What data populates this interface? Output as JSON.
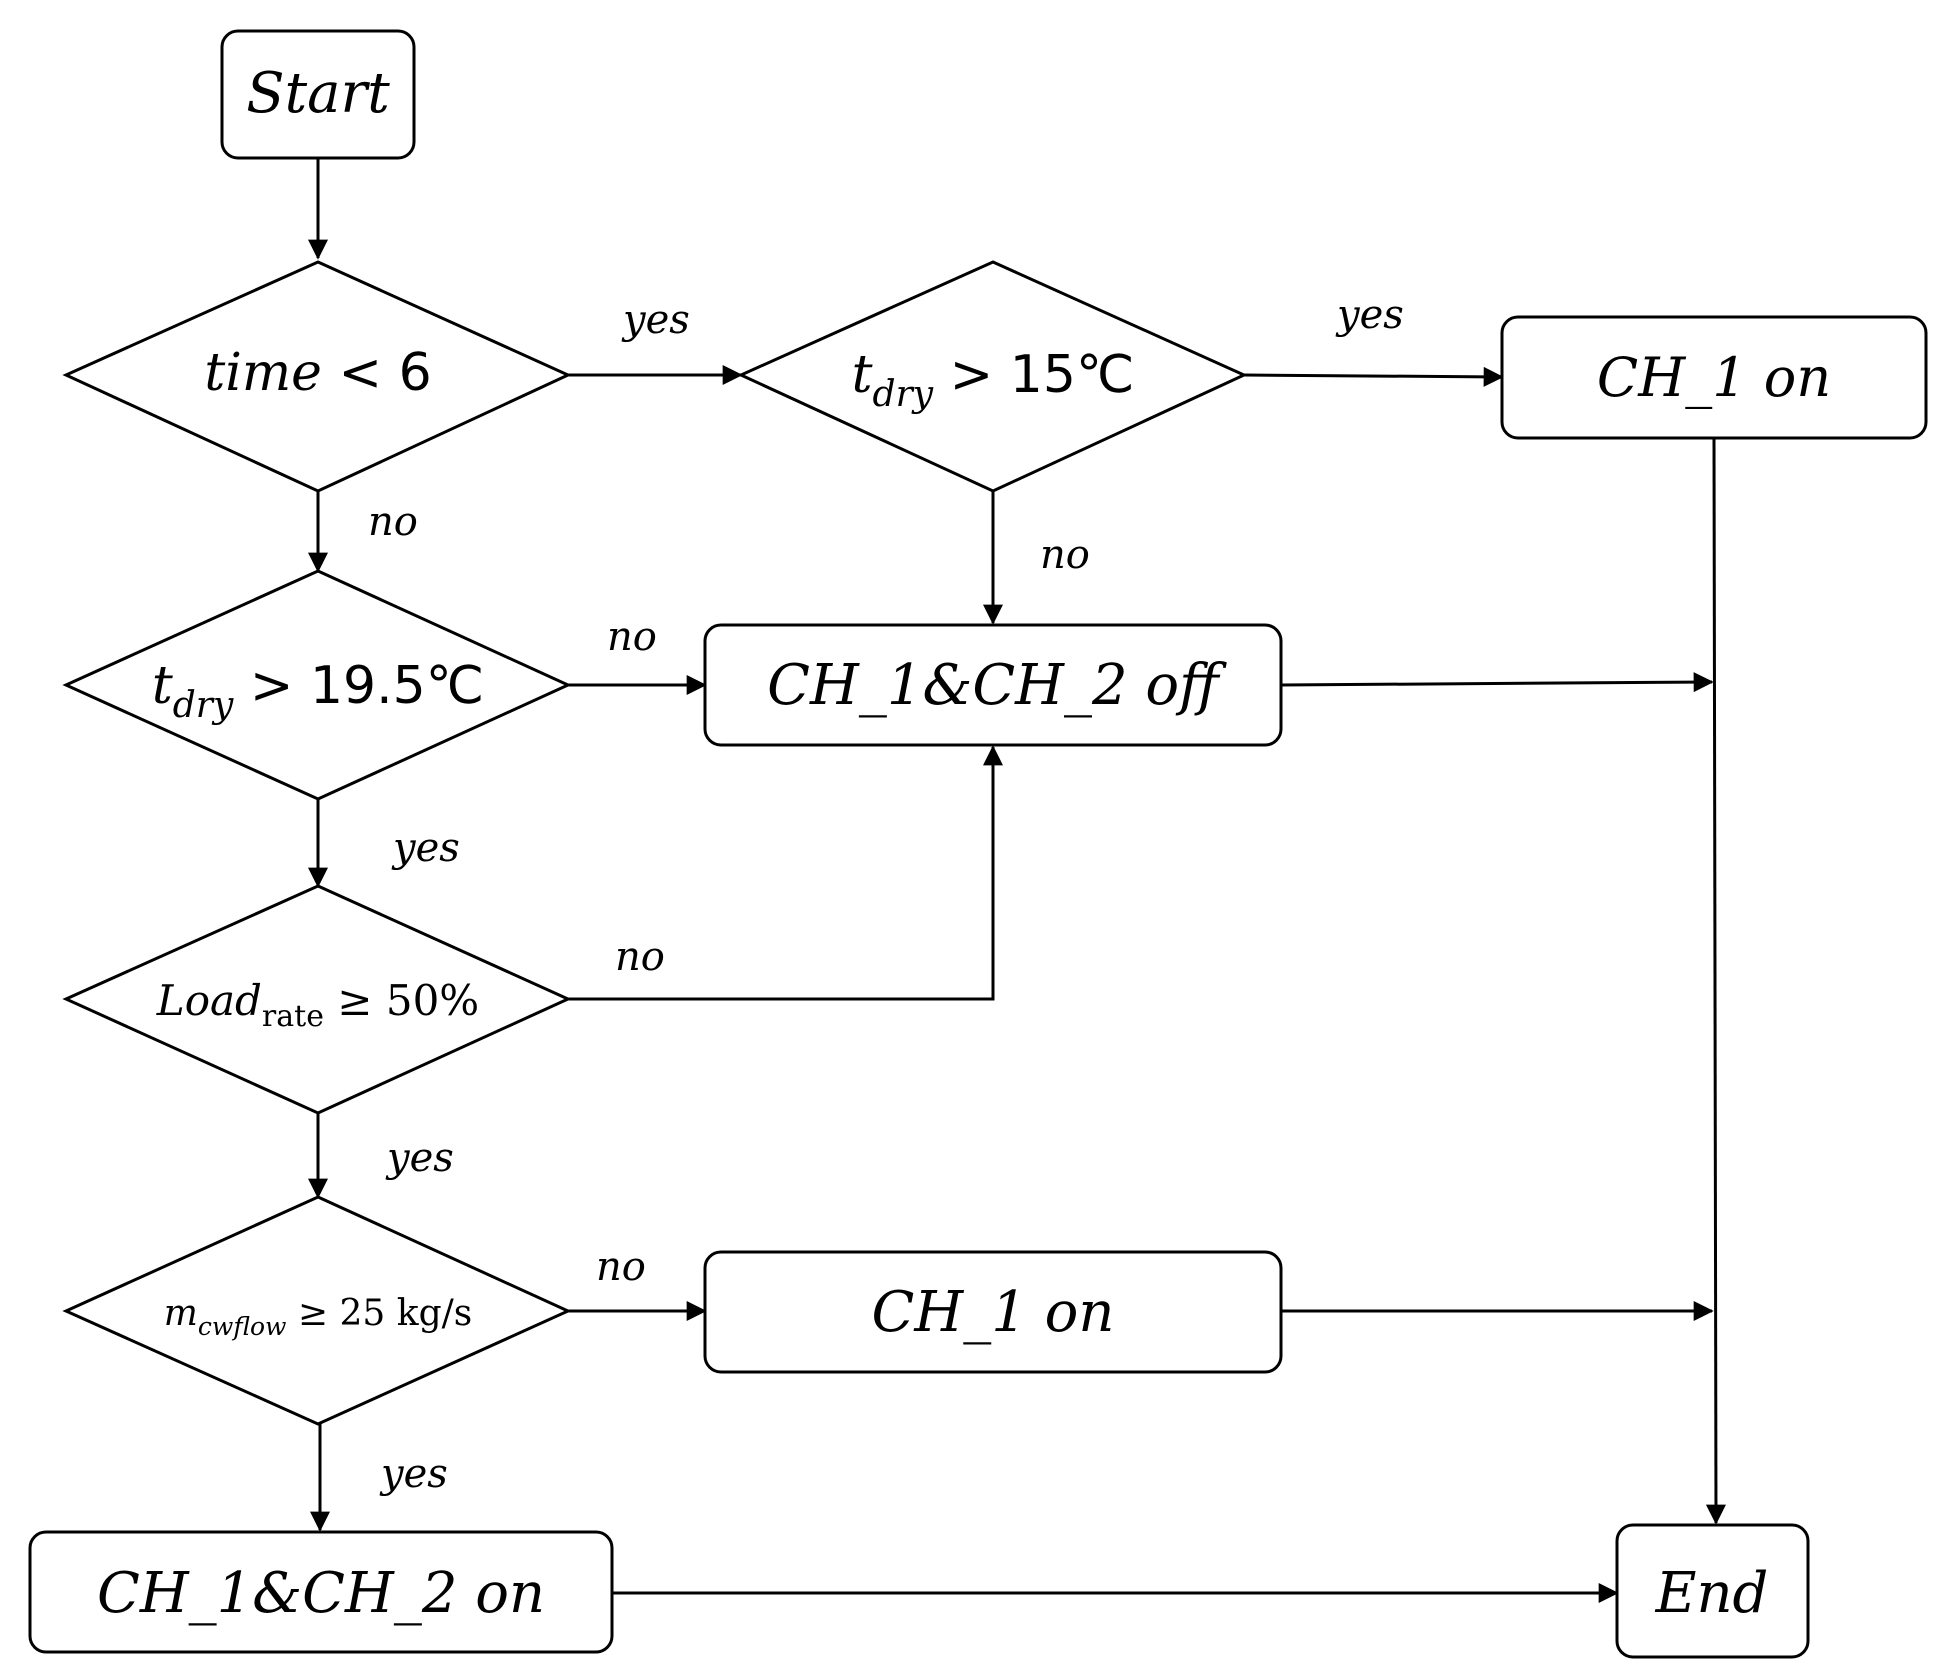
{
  "nodes": {
    "start": {
      "text": "Start"
    },
    "time_check": {
      "var": "time",
      "op": " < 6"
    },
    "tdry15": {
      "var": "t",
      "sub": "dry",
      "op": " > 15℃"
    },
    "ch1_on_top": {
      "text": "CH_1 on"
    },
    "tdry195": {
      "var": "t",
      "sub": "dry",
      "op": " > 19.5℃"
    },
    "off": {
      "text": "CH_1&CH_2 off"
    },
    "load": {
      "var": "Load",
      "sub": "rate",
      "op": " ≥ 50%"
    },
    "mflow": {
      "var": "m",
      "sub": "cwflow",
      "op": " ≥ 25 kg/s"
    },
    "ch1_on_mid": {
      "text": "CH_1 on"
    },
    "both_on": {
      "text": "CH_1&CH_2 on"
    },
    "end": {
      "text": "End"
    }
  },
  "edge_labels": {
    "time_yes": "yes",
    "time_no": "no",
    "tdry15_yes": "yes",
    "tdry15_no": "no",
    "tdry195_no": "no",
    "tdry195_yes": "yes",
    "load_no": "no",
    "load_yes": "yes",
    "mflow_no": "no",
    "mflow_yes": "yes"
  }
}
